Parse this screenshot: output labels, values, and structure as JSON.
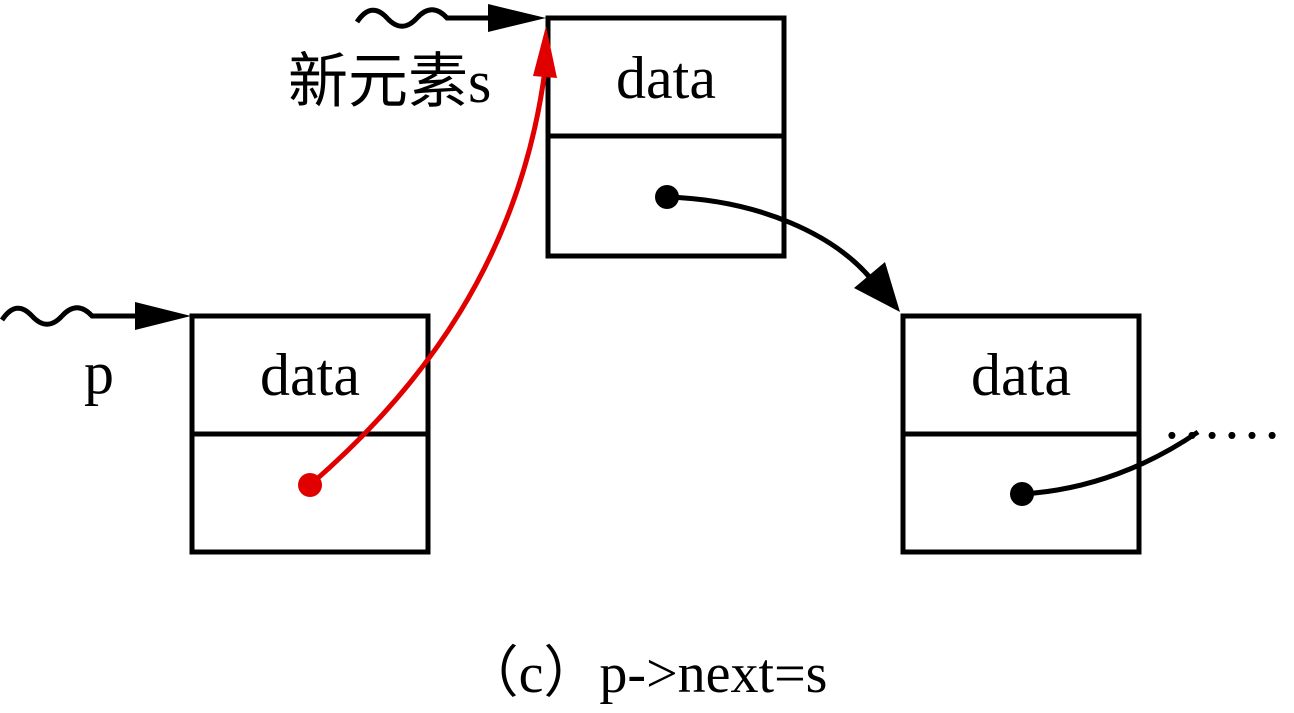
{
  "nodes": {
    "new": {
      "field_label": "data"
    },
    "p": {
      "field_label": "data"
    },
    "next": {
      "field_label": "data"
    }
  },
  "labels": {
    "new_pointer": "新元素s",
    "p_pointer": "p"
  },
  "continuation": "……",
  "caption": "（c）p->next=s",
  "colors": {
    "stroke": "#000000",
    "highlight": "#e00000",
    "background": "#ffffff"
  }
}
